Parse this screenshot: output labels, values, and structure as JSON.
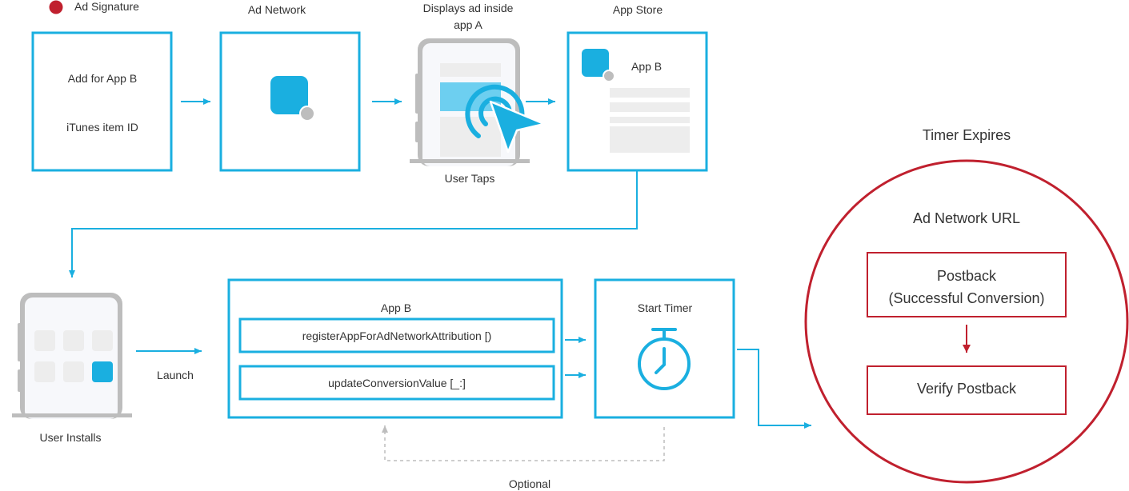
{
  "colors": {
    "blue": "#1AAFE0",
    "red": "#C0202E",
    "gray": "#BDBDBD",
    "light_gray": "#EDEDED",
    "text": "#333333"
  },
  "legend": {
    "label": "Ad Signature",
    "icon": "red-dot-icon"
  },
  "steps": {
    "ad": {
      "line1": "Add for App B",
      "line2": "iTunes item ID"
    },
    "ad_network": {
      "title": "Ad Network"
    },
    "display": {
      "title_line1": "Displays ad inside",
      "title_line2": "app A",
      "caption": "User Taps"
    },
    "app_store": {
      "title": "App Store",
      "app_name": "App B"
    },
    "install": {
      "caption": "User Installs"
    },
    "launch": {
      "label": "Launch"
    },
    "app_b": {
      "title": "App B",
      "method1": "registerAppForAdNetworkAttribution [)",
      "method2": "updateConversionValue [_:]"
    },
    "timer": {
      "title": "Start Timer",
      "icon": "stopwatch-icon"
    },
    "optional": {
      "label": "Optional"
    },
    "expires": {
      "title": "Timer Expires",
      "url_label": "Ad Network URL",
      "postback_line1": "Postback",
      "postback_line2": "(Successful Conversion)",
      "verify": "Verify Postback"
    }
  }
}
